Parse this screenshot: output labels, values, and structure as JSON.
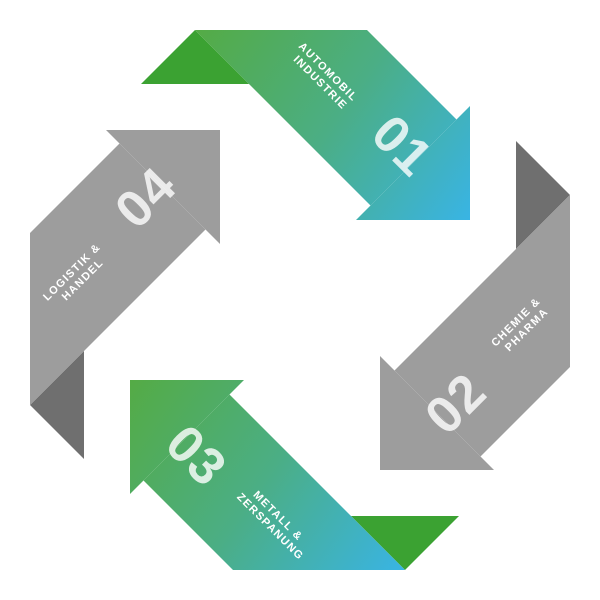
{
  "diagram": {
    "name": "industry-sectors-cycle",
    "background_color": "#ffffff",
    "label_color": "#ffffff",
    "number_color": "rgba(255,255,255,0.8)",
    "colors": {
      "green": "#54ab45",
      "teal": "#4bae85",
      "blue": "#39b4e4",
      "fold_green": "#3ba232",
      "gray": "#9d9d9d",
      "fold_gray": "#6f6f6f"
    },
    "arrows": [
      {
        "number": "01",
        "label_line1": "AUTOMOBIL",
        "label_line2": "INDUSTRIE",
        "position": "top",
        "direction": "southeast",
        "style": "green-to-blue-gradient"
      },
      {
        "number": "02",
        "label_line1": "CHEMIE &",
        "label_line2": "PHARMA",
        "position": "right",
        "direction": "southwest",
        "style": "gray"
      },
      {
        "number": "03",
        "label_line1": "METALL &",
        "label_line2": "ZERSPANUNG",
        "position": "bottom",
        "direction": "northwest",
        "style": "blue-to-green-gradient"
      },
      {
        "number": "04",
        "label_line1": "LOGISTIK &",
        "label_line2": "HANDEL",
        "position": "left",
        "direction": "northeast",
        "style": "gray"
      }
    ]
  }
}
